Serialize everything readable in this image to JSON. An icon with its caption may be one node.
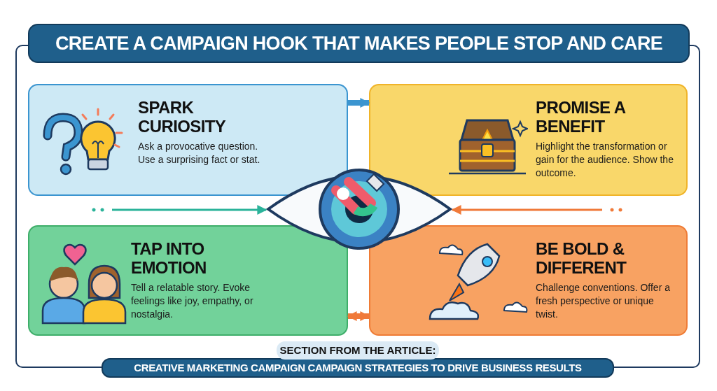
{
  "diagram": {
    "title": "CREATE A CAMPAIGN HOOK THAT MAKES PEOPLE STOP AND CARE",
    "caption": "CREATIVE MARKETING CAMPAIGN CAMPAIGN STRATEGIES TO DRIVE BUSINESS RESULTS",
    "nodes": [
      {
        "text": [
          "SPARK CURIOSITY",
          "Ask a provocative question. Use a surprising fact or stat."
        ]
      },
      {
        "text": [
          "PROMISE A BENEFIT",
          "Highlight the transformation or gain for the audience. Show the outcome."
        ]
      },
      {
        "text": [
          "TAP INTO EMOTION",
          "Tell a relatable story. Evoke feelings like joy, empathy, or nostalgia."
        ]
      },
      {
        "text": [
          "BE BOLD & DIFFERENT",
          "Challenge conventions. Offer a fresh perspective or unique twist."
        ]
      },
      {
        "text": [],
        "shape": "picture"
      }
    ],
    "edges": [
      {
        "from": 0,
        "to": 1,
        "arrow": "to",
        "style": "thick",
        "color": "#3b95d0"
      },
      {
        "from": null,
        "to": 4,
        "arrow": "to",
        "color": "#2bb39a"
      },
      {
        "from": null,
        "to": 4,
        "arrow": "to"
      },
      {
        "from": 2,
        "to": 3,
        "arrow": "both",
        "style": "thick"
      }
    ],
    "labels": [
      "SECTION FROM THE ARTICLE:"
    ]
  }
}
